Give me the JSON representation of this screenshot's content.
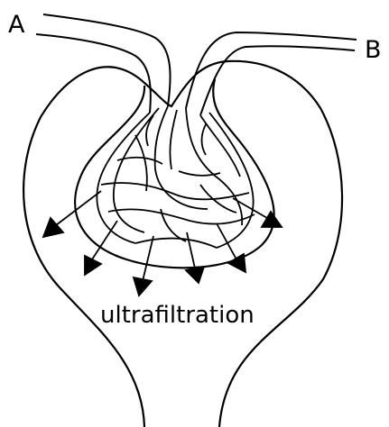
{
  "diagram": {
    "labels": {
      "afferent": "A",
      "efferent": "B",
      "process": "ultrafiltration"
    },
    "stroke_color": "#000000",
    "background_color": "#ffffff"
  }
}
